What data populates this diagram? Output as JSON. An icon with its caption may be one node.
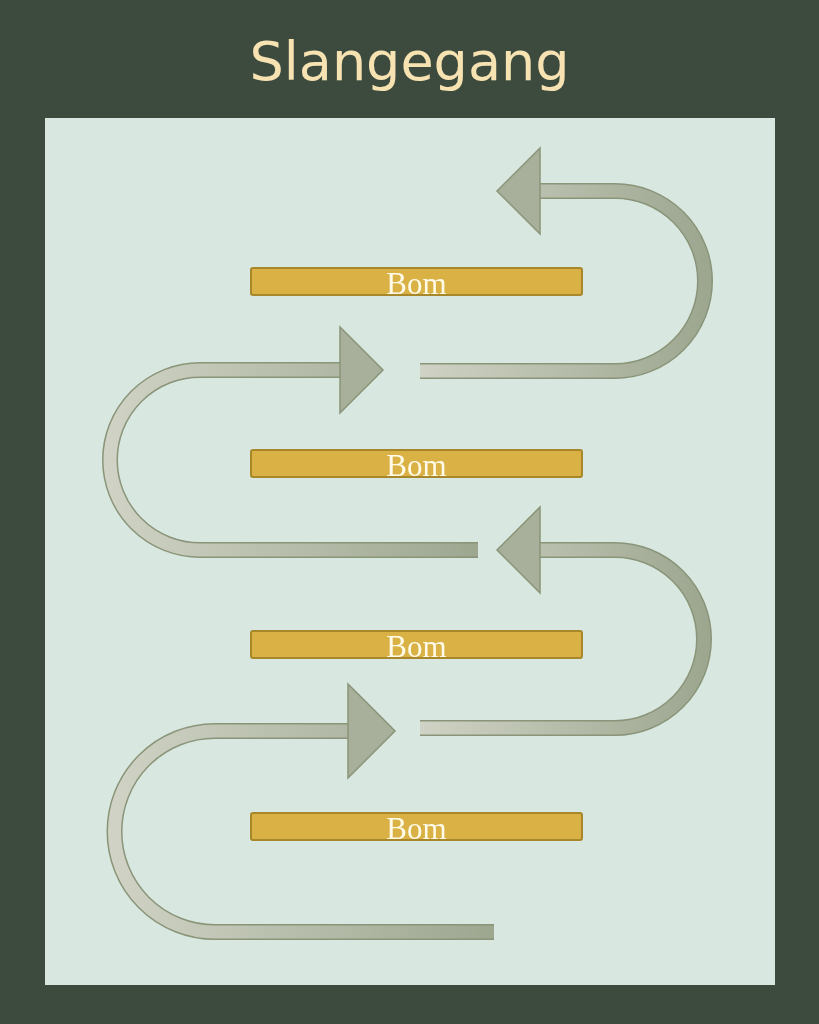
{
  "diagram": {
    "title": "Slangegang",
    "nodes": [
      {
        "text": [
          "Bom"
        ]
      },
      {
        "text": [
          "Bom"
        ]
      },
      {
        "text": [
          "Bom"
        ]
      },
      {
        "text": [
          "Bom"
        ]
      }
    ]
  }
}
